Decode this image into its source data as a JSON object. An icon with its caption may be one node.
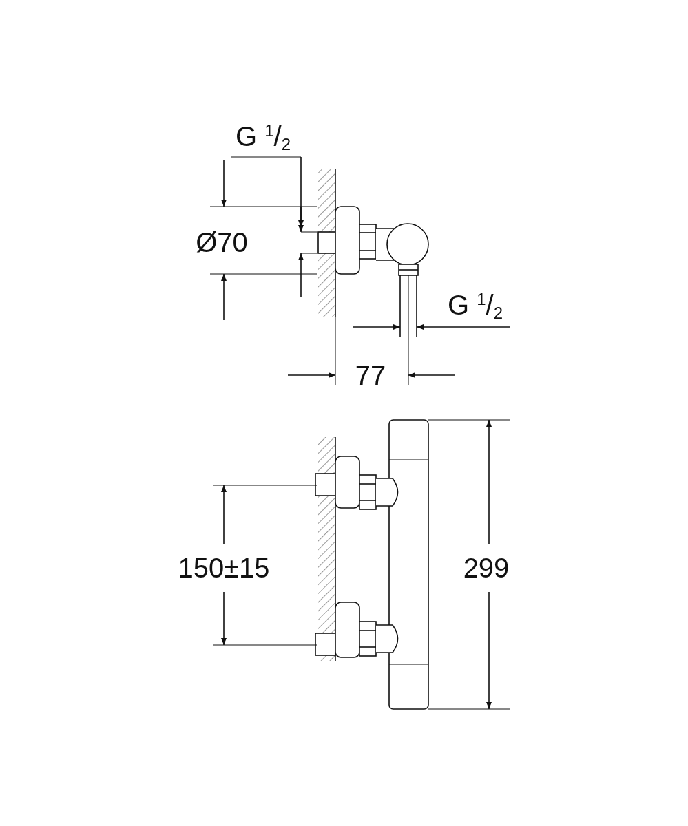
{
  "diagram": {
    "labels": [
      "G $^{1}$/$_{2}$",
      "Ø70",
      "G $^{1}$/$_{2}$",
      "77",
      "150±15",
      "299"
    ]
  }
}
